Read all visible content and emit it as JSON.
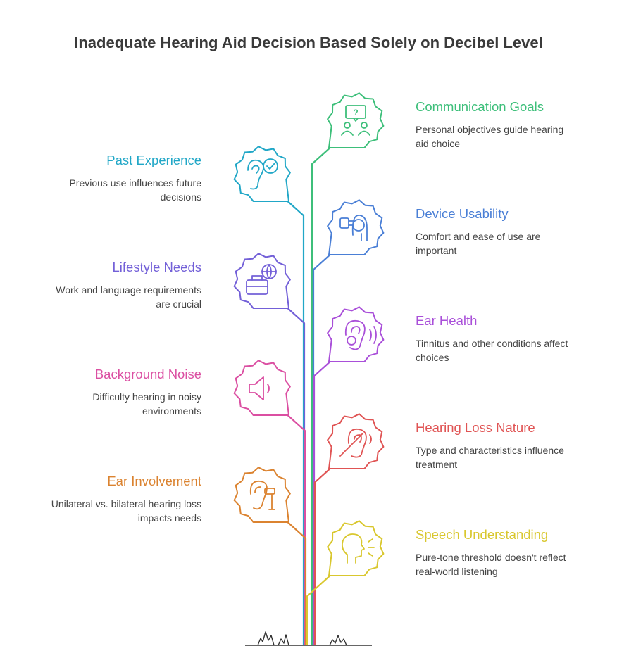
{
  "title": "Inadequate Hearing Aid Decision Based Solely on Decibel Level",
  "items": [
    {
      "title": "Communication Goals",
      "description": "Personal objectives guide hearing aid choice",
      "color": "#3dbf7a",
      "side": "right",
      "icon": "question-chat-people-icon"
    },
    {
      "title": "Past Experience",
      "description": "Previous use influences future decisions",
      "color": "#21a7c7",
      "side": "left",
      "icon": "ear-check-icon"
    },
    {
      "title": "Device Usability",
      "description": "Comfort and ease of use are important",
      "color": "#4a7fd6",
      "side": "right",
      "icon": "hand-device-icon"
    },
    {
      "title": "Lifestyle Needs",
      "description": "Work and language requirements are crucial",
      "color": "#7360d8",
      "side": "left",
      "icon": "briefcase-globe-icon"
    },
    {
      "title": "Ear Health",
      "description": "Tinnitus and other conditions affect choices",
      "color": "#a94fd9",
      "side": "right",
      "icon": "ear-sound-icon"
    },
    {
      "title": "Background Noise",
      "description": "Difficulty hearing in noisy environments",
      "color": "#db4fa2",
      "side": "left",
      "icon": "speaker-icon"
    },
    {
      "title": "Hearing Loss Nature",
      "description": "Type and characteristics influence treatment",
      "color": "#e05454",
      "side": "right",
      "icon": "ear-off-icon"
    },
    {
      "title": "Ear Involvement",
      "description": "Unilateral vs. bilateral hearing loss impacts needs",
      "color": "#db8330",
      "side": "left",
      "icon": "ear-otoscope-icon"
    },
    {
      "title": "Speech Understanding",
      "description": "Pure-tone threshold doesn't reflect real-world listening",
      "color": "#d9c72e",
      "side": "right",
      "icon": "head-speaking-icon"
    }
  ]
}
